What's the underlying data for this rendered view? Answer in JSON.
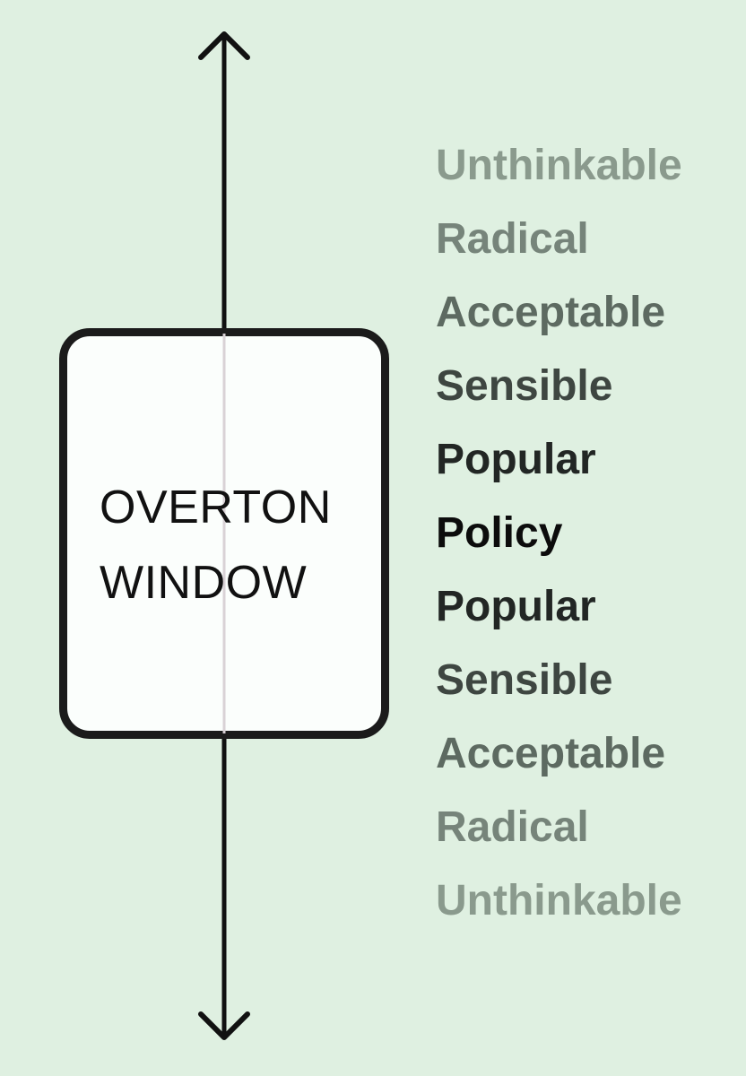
{
  "diagram": {
    "box_label_lines": [
      "OVERTON",
      "WINDOW"
    ],
    "spectrum": [
      {
        "label": "Unthinkable",
        "color": "#8a9a8d"
      },
      {
        "label": "Radical",
        "color": "#76847a"
      },
      {
        "label": "Acceptable",
        "color": "#5d6a61"
      },
      {
        "label": "Sensible",
        "color": "#3e4641"
      },
      {
        "label": "Popular",
        "color": "#222624"
      },
      {
        "label": "Policy",
        "color": "#0c0c0c"
      },
      {
        "label": "Popular",
        "color": "#222624"
      },
      {
        "label": "Sensible",
        "color": "#3e4641"
      },
      {
        "label": "Acceptable",
        "color": "#5d6a61"
      },
      {
        "label": "Radical",
        "color": "#76847a"
      },
      {
        "label": "Unthinkable",
        "color": "#8a9a8d"
      }
    ],
    "colors": {
      "background": "#dff0e1",
      "axis": "#111111",
      "box_border": "#1b1b1b",
      "box_fill": "#ffffff"
    }
  }
}
